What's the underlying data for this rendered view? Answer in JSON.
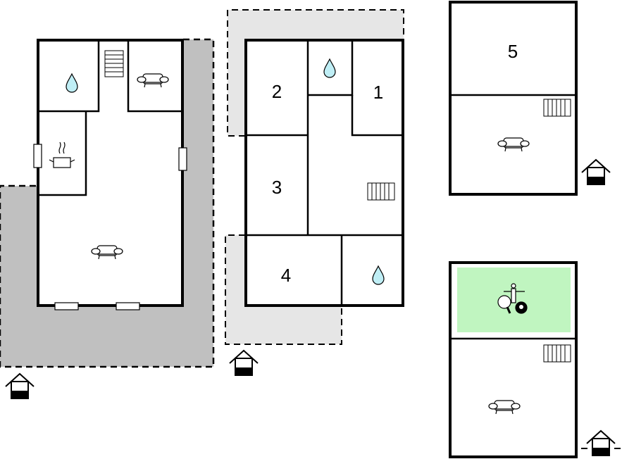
{
  "colors": {
    "wall": "#000000",
    "terrace_dark": "#c0c0c0",
    "terrace_light": "#e6e6e6",
    "water": "#bfeef5",
    "activity_room": "#c0f5c0"
  },
  "plans": [
    {
      "name": "ground-floor",
      "icons": [
        "water-drop-icon",
        "stairs-icon",
        "sofa-icon",
        "cooking-pot-icon",
        "sofa-icon",
        "entrance-icon"
      ]
    },
    {
      "name": "first-floor",
      "rooms": [
        {
          "label": "1"
        },
        {
          "label": "2"
        },
        {
          "label": "3"
        },
        {
          "label": "4"
        }
      ],
      "icons": [
        "water-drop-icon",
        "water-drop-icon",
        "stairs-icon",
        "entrance-icon"
      ]
    },
    {
      "name": "annex-upper",
      "rooms": [
        {
          "label": "5"
        }
      ],
      "icons": [
        "stairs-icon",
        "sofa-icon",
        "entrance-icon"
      ]
    },
    {
      "name": "annex-lower",
      "icons": [
        "activity-room-icon",
        "stairs-icon",
        "sofa-icon",
        "entrance-icon"
      ]
    }
  ]
}
